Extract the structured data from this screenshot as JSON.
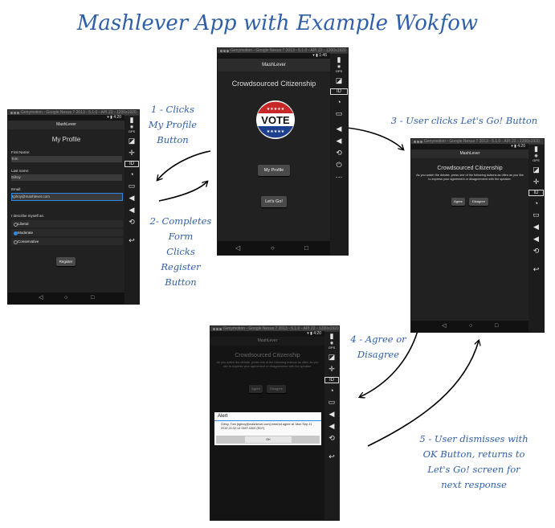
{
  "title": "Mashlever App with Example Wokfow",
  "annotations": {
    "step1": [
      "1 - Clicks",
      "My Profile",
      "Button"
    ],
    "step2": [
      "2- Completes",
      "Form",
      "Clicks",
      "Register",
      "Button"
    ],
    "step3": "3 - User clicks Let's Go! Button",
    "step4": [
      "4 - Agree or",
      "Disagree"
    ],
    "step5": [
      "5 - User dismisses with",
      "OK Button, returns to",
      "Let's Go! screen for",
      "next response"
    ]
  },
  "emulator": {
    "window_title": "Genymotion - Google Nexus 7 2013 - 5.1.0 - API 22 - 1200x1920",
    "sidebar_labels": [
      "GPS",
      "ID"
    ],
    "nav_icons": [
      "◁",
      "○",
      "□"
    ]
  },
  "status_time": {
    "center": "1:46",
    "profile": "4:20",
    "citizenship": "4:20",
    "alert": "4:20"
  },
  "app_name": "MashLever",
  "center_screen": {
    "heading": "Crowdsourced Citizenship",
    "vote_text": "VOTE",
    "my_profile_button": "My Profile",
    "lets_go_button": "Let's Go!"
  },
  "profile_screen": {
    "heading": "My Profile",
    "first_name_label": "First Name:",
    "first_name_value": "Tom",
    "last_name_label": "Last name:",
    "last_name_value": "Gilroy",
    "email_label": "Email:",
    "email_value": "tgilroy@mashlever.com",
    "describe_label": "I describe myself as:",
    "options": [
      "Liberal",
      "Moderate",
      "Conservative"
    ],
    "selected_option": "Moderate",
    "register_button": "Register"
  },
  "citizenship_screen": {
    "heading": "Crowdsourced Citizenship",
    "instructions": "As you watch the debate, press one of the following buttons as often as you like to express your agreement or disagreement with the speaker.",
    "agree_button": "Agree",
    "disagree_button": "Disagree"
  },
  "alert_screen": {
    "alert_title": "Alert",
    "alert_message": "Gilroy, Tom (tgilroy@mashlever.com) entered agree at: Mon Sep 21 2015 21:32:14 GMT-0400 (EDT)",
    "ok_button": "OK"
  },
  "colors": {
    "annotation": "#2f5fa8",
    "accent": "#2d8ae6",
    "vote_red": "#c62828",
    "vote_blue": "#1f3f8f"
  },
  "icons": [
    "wifi-icon",
    "battery-icon",
    "gps-icon",
    "camera-icon",
    "id-icon",
    "rss-icon",
    "sms-icon",
    "volume-up-icon",
    "volume-down-icon",
    "rotate-icon",
    "fullscreen-icon",
    "back-icon",
    "home-icon",
    "recent-apps-icon",
    "power-icon",
    "menu-icon"
  ]
}
